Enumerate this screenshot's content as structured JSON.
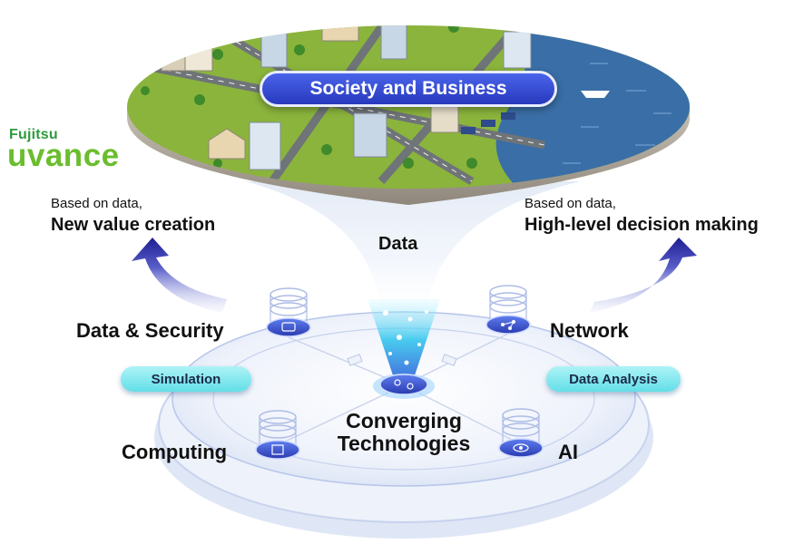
{
  "logo": {
    "line1": "Fujitsu",
    "line2": "uvance"
  },
  "banner": {
    "label": "Society and Business"
  },
  "left_caption": {
    "small": "Based on data,",
    "big": "New value creation"
  },
  "right_caption": {
    "small": "Based on data,",
    "big": "High-level decision making"
  },
  "data_label": "Data",
  "nodes": {
    "data_security": "Data & Security",
    "network": "Network",
    "computing": "Computing",
    "ai": "AI"
  },
  "center_label": {
    "line1": "Converging",
    "line2": "Technologies"
  },
  "pills": {
    "simulation": "Simulation",
    "data_analysis": "Data Analysis"
  },
  "colors": {
    "brand_green": "#6bbd2e",
    "banner_blue": "#2f44c8",
    "arrow_navy": "#1a1a8c",
    "pill_cyan": "#7fe6ee",
    "water": "#3a6ea6",
    "grass": "#8bb43c"
  }
}
